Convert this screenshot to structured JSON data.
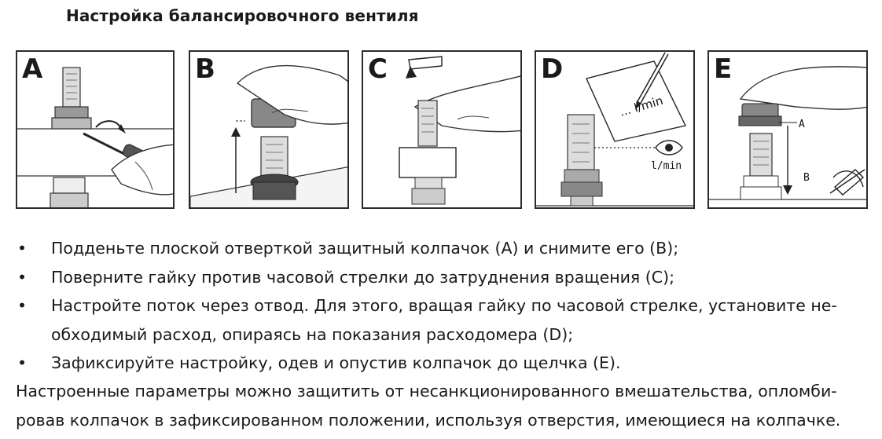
{
  "title": "Настройка балансировочного вентиля",
  "panels": [
    {
      "letter": "A"
    },
    {
      "letter": "B"
    },
    {
      "letter": "C"
    },
    {
      "letter": "D",
      "note": "... l/min",
      "readout": "l/min"
    },
    {
      "letter": "E",
      "label_a": "A",
      "label_b": "B"
    }
  ],
  "bullet_symbol": "•",
  "steps": [
    "Подденьте плоской отверткой защитный колпачок (A) и снимите его (B);",
    "Поверните гайку против часовой стрелки до затруднения вращения (C);",
    "Настройте поток через отвод. Для этого, вращая гайку по часовой стрелке, установите не-",
    "обходимый расход, опираясь на показания расходомера (D);",
    "Зафиксируйте настройку, одев и опустив колпачок до щелчка (E)."
  ],
  "final_text_line1": "Настроенные параметры можно защитить от несанкционированного вмешательства, опломби-",
  "final_text_line2": "ровав колпачок в зафиксированном положении, используя отверстия, имеющиеся на колпачке."
}
